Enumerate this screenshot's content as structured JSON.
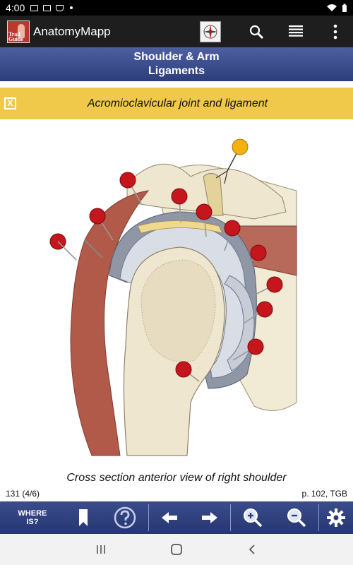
{
  "status_bar": {
    "time": "4:00"
  },
  "app_bar": {
    "title": "AnatomyMapp",
    "logo_text_1": "Trail",
    "logo_text_2": "Guide",
    "buttons": [
      "compass-icon",
      "search-icon",
      "list-icon",
      "overflow-menu-icon"
    ]
  },
  "header": {
    "line1": "Shoulder & Arm",
    "line2": "Ligaments"
  },
  "caption_bar": {
    "close_label": "X",
    "text": "Acromioclavicular joint and ligament"
  },
  "figure": {
    "caption": "Cross section anterior view of right shoulder",
    "page_number": "131 (4/6)",
    "page_reference": "p. 102, TGB"
  },
  "toolbar": {
    "where_line1": "WHERE",
    "where_line2": "IS?",
    "icons": [
      "bookmark-icon",
      "help-icon",
      "arrow-left-icon",
      "arrow-right-icon",
      "zoom-in-icon",
      "zoom-out-icon",
      "settings-icon"
    ]
  },
  "colors": {
    "header_blue": "#2d3d7c",
    "caption_yellow": "#f1c94a",
    "pin_red": "#c4161c",
    "pin_yellow": "#f2b10f",
    "muscle": "#b25a4a",
    "bone": "#efe6cf"
  }
}
